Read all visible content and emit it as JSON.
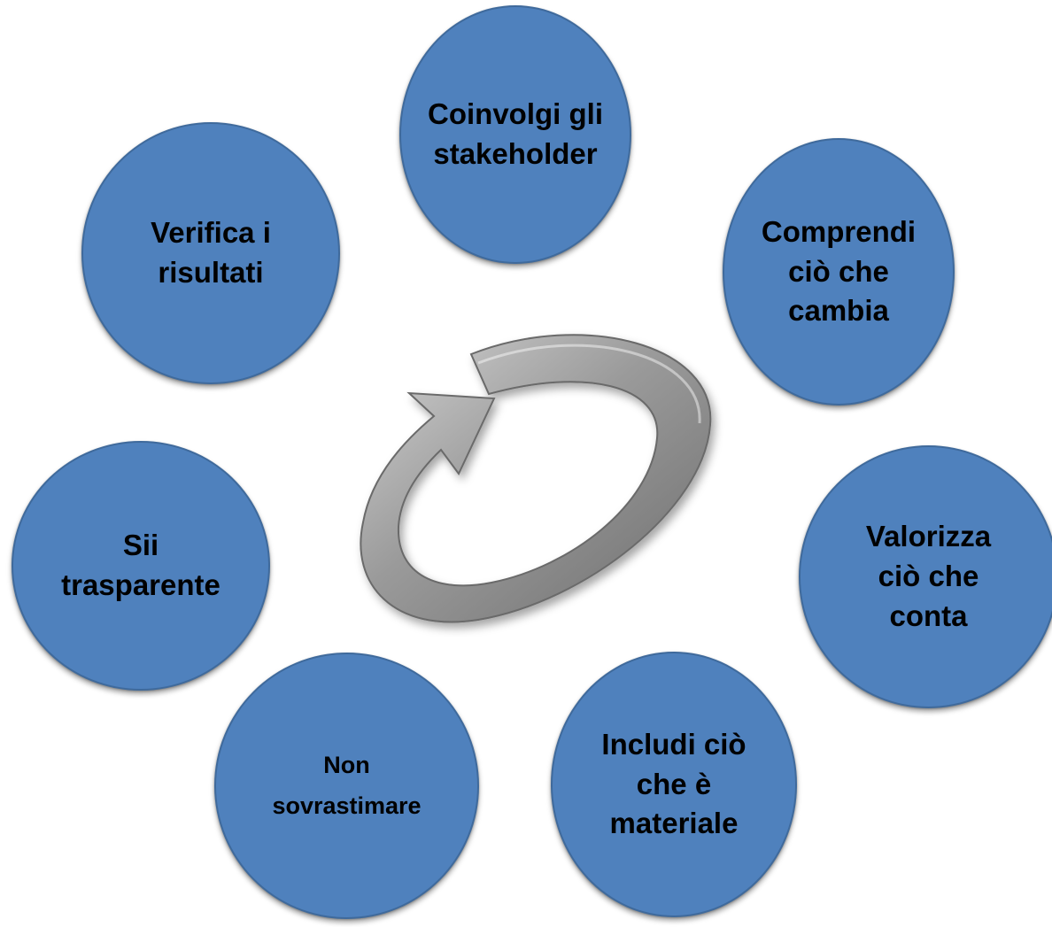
{
  "diagram": {
    "center_icon": "cycle-arrow-icon",
    "colors": {
      "circle_fill": "#4f81bd",
      "circle_border": "#3f6a9c",
      "arrow_fill": "#8c8c8c",
      "text": "#000000"
    },
    "principles": [
      {
        "label": "Coinvolgi gli\nstakeholder"
      },
      {
        "label": "Comprendi\nciò che\ncambia"
      },
      {
        "label": "Valorizza\nciò che\nconta"
      },
      {
        "label": "Includi ciò\nche è\nmateriale"
      },
      {
        "label": "Non\nsovrastimare"
      },
      {
        "label": "Sii\ntrasparente"
      },
      {
        "label": "Verifica i\nrisultati"
      }
    ]
  }
}
